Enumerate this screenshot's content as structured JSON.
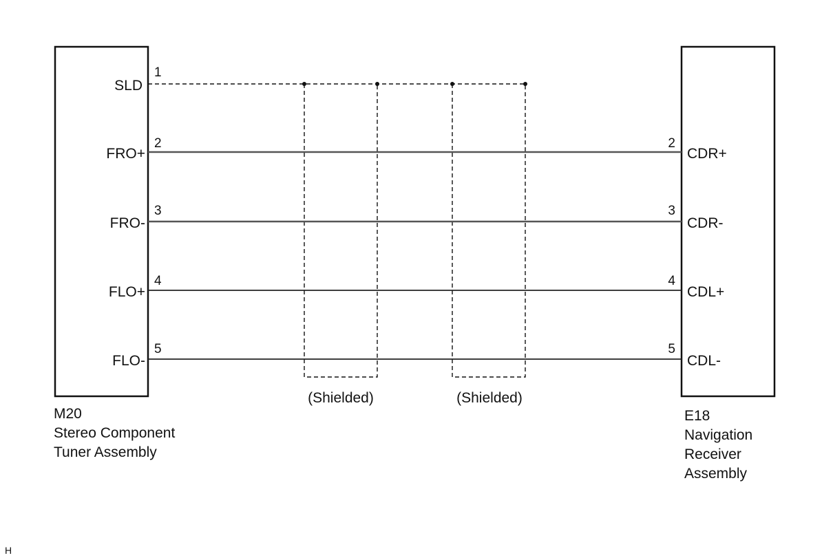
{
  "left_component": {
    "code": "M20",
    "name_line1": "Stereo Component",
    "name_line2": "Tuner Assembly",
    "pins": [
      {
        "number": "1",
        "signal": "SLD"
      },
      {
        "number": "2",
        "signal": "FRO+"
      },
      {
        "number": "3",
        "signal": "FRO-"
      },
      {
        "number": "4",
        "signal": "FLO+"
      },
      {
        "number": "5",
        "signal": "FLO-"
      }
    ]
  },
  "right_component": {
    "code": "E18",
    "name_line1": "Navigation",
    "name_line2": "Receiver",
    "name_line3": "Assembly",
    "pins": [
      {
        "number": "2",
        "signal": "CDR+"
      },
      {
        "number": "3",
        "signal": "CDR-"
      },
      {
        "number": "4",
        "signal": "CDL+"
      },
      {
        "number": "5",
        "signal": "CDL-"
      }
    ]
  },
  "shields": [
    {
      "label": "(Shielded)"
    },
    {
      "label": "(Shielded)"
    }
  ],
  "footer_mark": "H"
}
